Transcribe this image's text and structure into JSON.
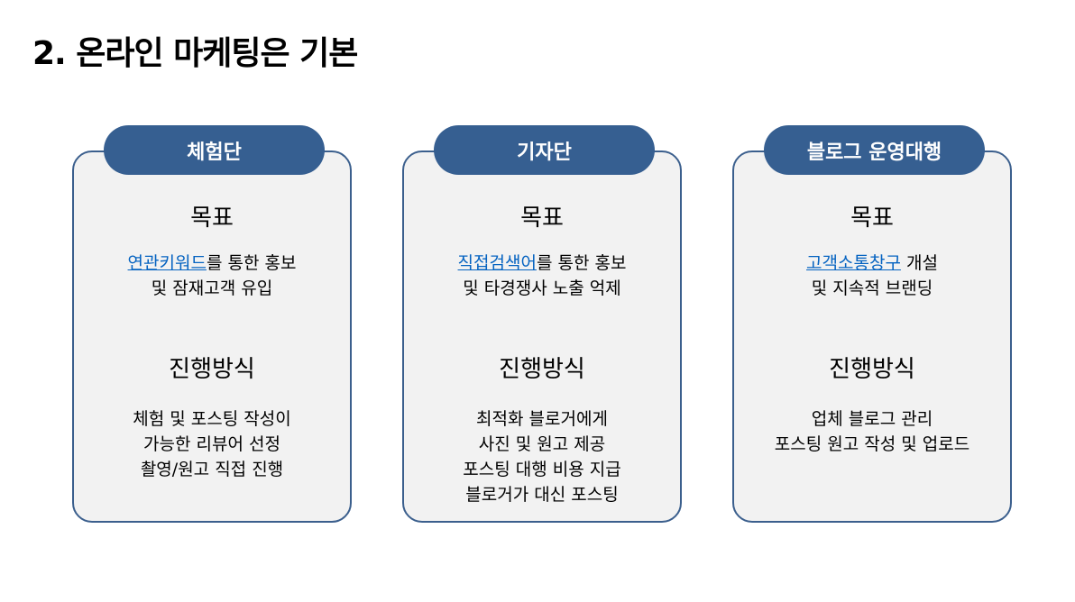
{
  "title": "2. 온라인 마케팅은 기본",
  "cards": [
    {
      "label": "체험단",
      "goal_heading": "목표",
      "goal_link": "연관키워드",
      "goal_rest": "를 통한 홍보",
      "goal_line2": "및 잠재고객 유입",
      "method_heading": "진행방식",
      "method_lines": [
        "체험 및 포스팅 작성이",
        "가능한 리뷰어 선정",
        "촬영/원고 직접 진행"
      ]
    },
    {
      "label": "기자단",
      "goal_heading": "목표",
      "goal_link": "직접검색어",
      "goal_rest": "를 통한 홍보",
      "goal_line2": "및 타경쟁사 노출 억제",
      "method_heading": "진행방식",
      "method_lines": [
        "최적화 블로거에게",
        "사진 및 원고 제공",
        "포스팅 대행 비용 지급",
        "블로거가 대신 포스팅"
      ]
    },
    {
      "label": "블로그 운영대행",
      "goal_heading": "목표",
      "goal_link": "고객소통창구",
      "goal_rest": " 개설",
      "goal_line2": "및 지속적 브랜딩",
      "method_heading": "진행방식",
      "method_lines": [
        "업체 블로그 관리",
        "포스팅 원고 작성 및 업로드"
      ]
    }
  ]
}
